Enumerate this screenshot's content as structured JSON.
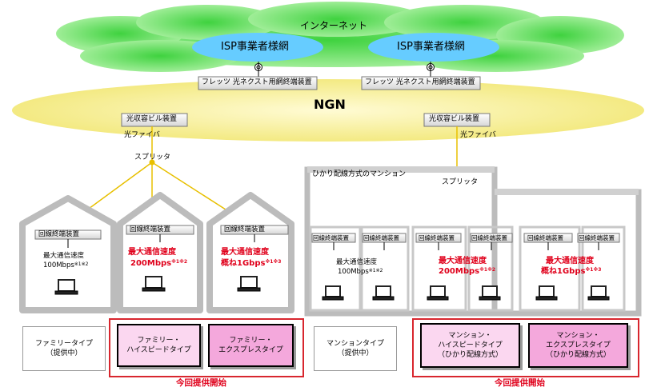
{
  "internet": "インターネット",
  "isp_left": "ISP事業者様網",
  "isp_right": "ISP事業者様網",
  "flets_left": "フレッツ 光ネクスト用網終端装置",
  "flets_right": "フレッツ 光ネクスト用網終端装置",
  "ngn": "NGN",
  "building_left": "光収容ビル装置",
  "building_right": "光収容ビル装置",
  "fiber_left": "光ファイバ",
  "fiber_right": "光ファイバ",
  "splitter_left": "スプリッタ",
  "splitter_right": "スプリッタ",
  "mansion_label": "ひかり配線方式のマンション",
  "onu": "回線終端装置",
  "speed_family": "最大通信速度",
  "speed_family_val": "100Mbps",
  "speed_family_note": "※1※2",
  "speed_hs_label": "最大通信速度",
  "speed_hs_val": "200Mbps",
  "speed_hs_note": "※1※2",
  "speed_ex_label": "最大通信速度",
  "speed_ex_val": "概ね1Gbps",
  "speed_ex_note": "※1※3",
  "speed_m": "最大通信速度",
  "speed_m_val": "100Mbps",
  "speed_m_note": "※1※2",
  "speed_mhs": "最大通信速度",
  "speed_mhs_val": "200Mbps",
  "speed_mhs_note": "※1※2",
  "speed_mex": "最大通信速度",
  "speed_mex_val": "概ね1Gbps",
  "speed_mex_note": "※1※3",
  "type_family": "ファミリータイプ\n（提供中）",
  "type_family_hs": "ファミリー・\nハイスピードタイプ",
  "type_family_ex": "ファミリー・\nエクスプレスタイプ",
  "type_mansion": "マンションタイプ\n（提供中）",
  "type_mansion_hs": "マンション・\nハイスピードタイプ\n（ひかり配線方式）",
  "type_mansion_ex": "マンション・\nエクスプレスタイプ\n（ひかり配線方式）",
  "start_left": "今回提供開始",
  "start_right": "今回提供開始"
}
